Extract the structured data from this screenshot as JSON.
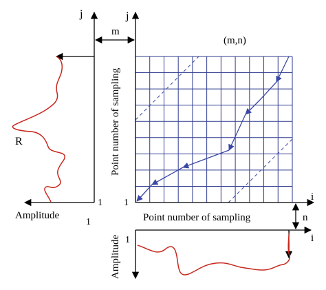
{
  "labels": {
    "j_left": "j",
    "j_right": "j",
    "m": "m",
    "mn": "(m,n)",
    "R": "R",
    "amplitude_left": "Amplitude",
    "one_left_axis": "1",
    "one_left_bottom": "1",
    "one_grid_origin": "1",
    "i_top": "i",
    "i_bottom": "i",
    "n": "n",
    "x_axis_label": "Point number of sampling",
    "y_axis_label": "Point number of sampling",
    "amplitude_bottom": "Amplitude",
    "one_bottom_plot": "1"
  },
  "colors": {
    "grid": "#2e3a8f",
    "path": "#3b47a5",
    "signal": "#c8281e",
    "axis": "#000000"
  }
}
